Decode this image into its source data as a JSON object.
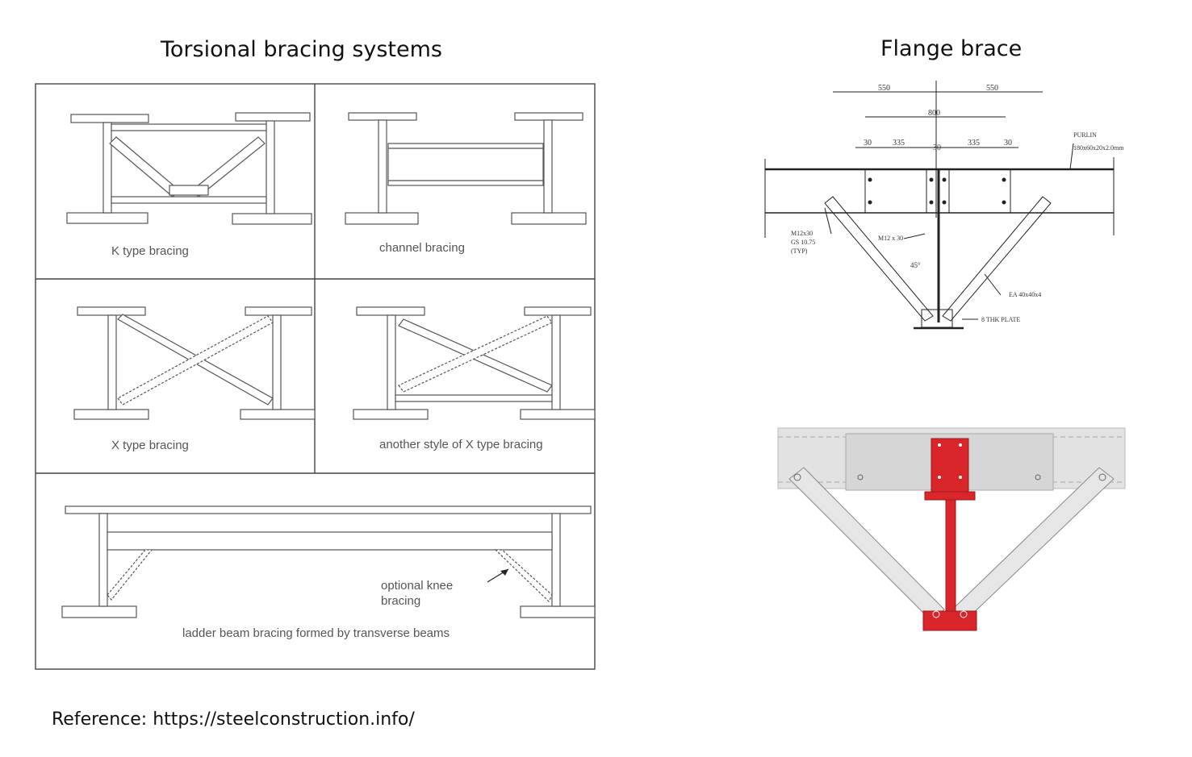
{
  "titles": {
    "left": "Torsional bracing systems",
    "right": "Flange brace"
  },
  "reference": "Reference: https://steelconstruction.info/",
  "panels": {
    "k_type": "K type bracing",
    "channel": "channel bracing",
    "x_type": "X type bracing",
    "x_type_alt": "another style of X type bracing",
    "knee_note_1": "optional knee",
    "knee_note_2": "bracing",
    "ladder": "ladder beam bracing formed by transverse beams"
  },
  "flange_drawing": {
    "dim_550_left": "550",
    "dim_550_right": "550",
    "dim_800": "800",
    "dim_30_left": "30",
    "dim_335_left": "335",
    "dim_30_mid": "30",
    "dim_335_right": "335",
    "dim_30_right": "30",
    "purlin": "PURLIN",
    "purlin_size": "180x60x20x2.0mm",
    "bolt_note_1": "M12x30",
    "bolt_note_2": "GS 10.75",
    "bolt_note_3": "(TYP)",
    "bolt_center": "M12 x 30",
    "angle": "45°",
    "angle_member": "EA 40x40x4",
    "tie_plate": "8 THK PLATE"
  },
  "colors": {
    "accent_red": "#d8262b",
    "steel_grey": "#dcdcdc",
    "line": "#333333"
  }
}
